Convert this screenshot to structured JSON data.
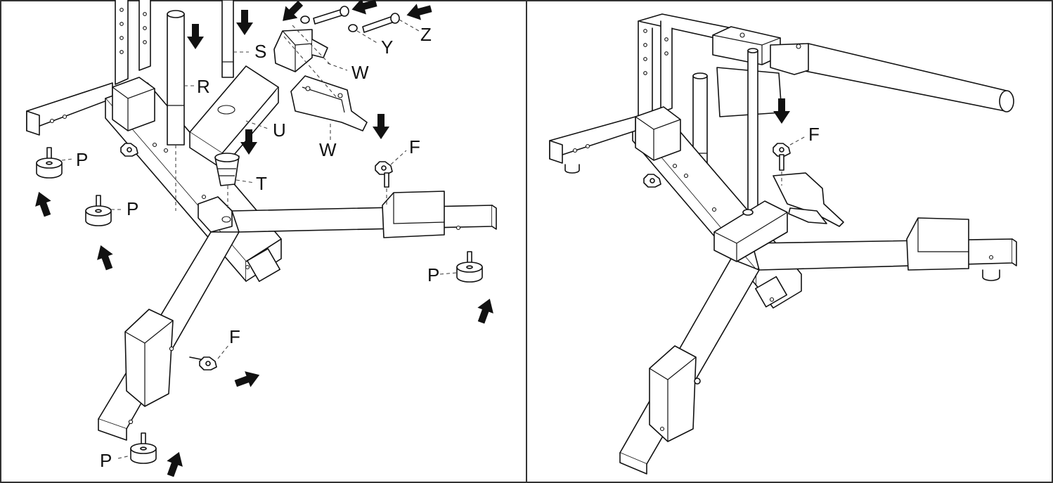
{
  "panels": [
    {
      "id": "step-left",
      "labels": {
        "S": "S",
        "R": "R",
        "U": "U",
        "T": "T",
        "W1": "W",
        "W2": "W",
        "Y": "Y",
        "Z": "Z",
        "F1": "F",
        "F2": "F",
        "P1": "P",
        "P2": "P",
        "P3": "P",
        "P4": "P"
      }
    },
    {
      "id": "step-right",
      "labels": {
        "F": "F"
      }
    }
  ],
  "colors": {
    "line": "#111111",
    "background": "#ffffff",
    "frame": "#333333"
  },
  "icons": {
    "arrows": "assembly-direction-arrow-icon"
  }
}
